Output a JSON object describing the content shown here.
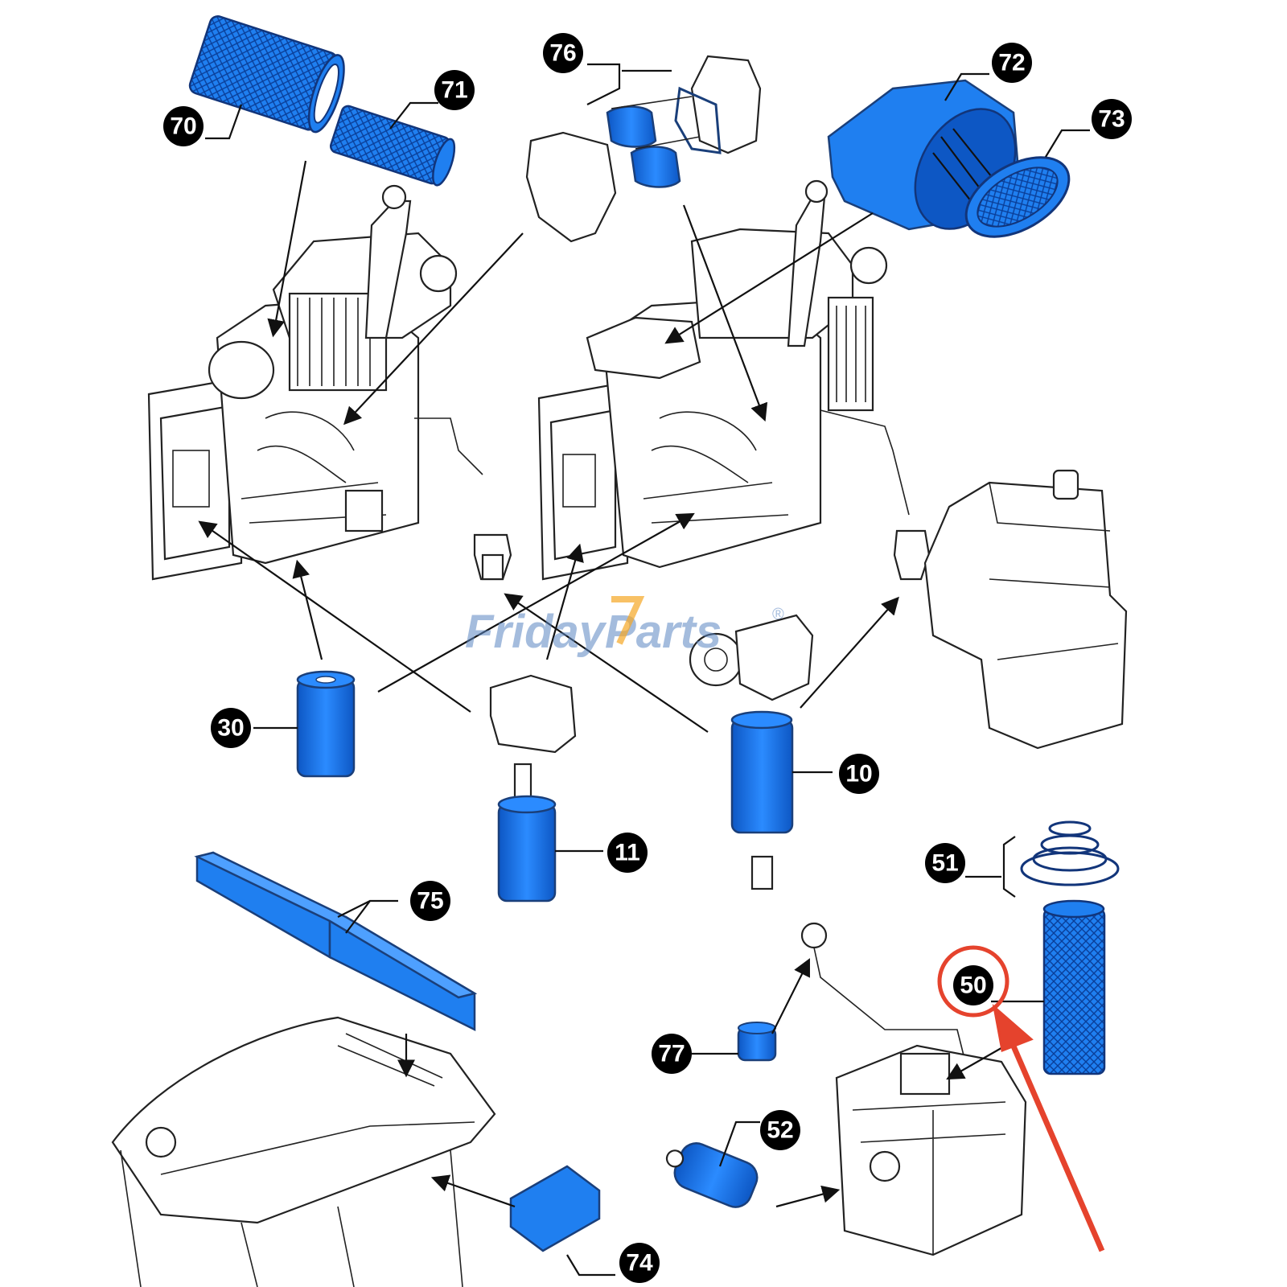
{
  "watermark": {
    "text": "FridayParts",
    "reg": "®"
  },
  "callouts": {
    "c70": "70",
    "c71": "71",
    "c76": "76",
    "c72": "72",
    "c73": "73",
    "c30": "30",
    "c10": "10",
    "c11": "11",
    "c51": "51",
    "c75": "75",
    "c50": "50",
    "c77": "77",
    "c52": "52",
    "c74": "74"
  },
  "colors": {
    "part_blue": "#1f7ff0",
    "part_blue_dark": "#0d57c4",
    "highlight_red": "#e5432d",
    "callout_black": "#000000"
  },
  "highlight": {
    "callout": "50",
    "style": "red circle with arrow"
  }
}
